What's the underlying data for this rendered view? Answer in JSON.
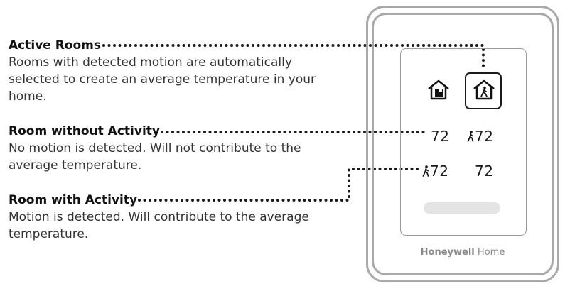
{
  "callouts": {
    "active_rooms": {
      "title": "Active Rooms",
      "description": "Rooms with detected motion are automatically selected to create an average temperature in your home."
    },
    "room_without_activity": {
      "title": "Room without Activity",
      "description": "No motion is detected. Will not contribute to the average temperature."
    },
    "room_with_activity": {
      "title": "Room with Activity",
      "description": "Motion is detected. Will contribute to the average temperature."
    }
  },
  "thermostat": {
    "rooms": [
      {
        "icon": "house-room-icon",
        "selected": false
      },
      {
        "icon": "house-motion-icon",
        "selected": true
      }
    ],
    "temperatures": [
      {
        "value": "72",
        "motion": false
      },
      {
        "value": "72",
        "motion": true
      },
      {
        "value": "72",
        "motion": true
      },
      {
        "value": "72",
        "motion": false
      }
    ],
    "brand_bold": "Honeywell",
    "brand_light": "Home"
  },
  "colors": {
    "leader_dots": "#1a1a1a",
    "device_frame": "#a9a9a9",
    "brand_text": "#8a8a8a"
  }
}
